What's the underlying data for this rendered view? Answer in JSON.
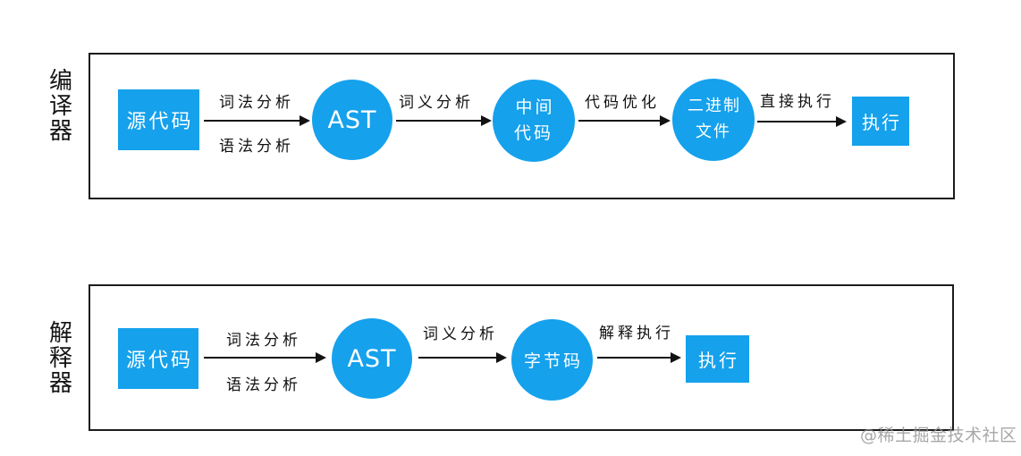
{
  "accent_color": "#15a1ec",
  "border_color": "#1c1c1c",
  "watermark": "@稀土掘金技术社区",
  "compiler": {
    "side_label": "编译器",
    "nodes": {
      "source": "源代码",
      "ast": "AST",
      "intermediate": "中间\n代码",
      "binary": "二进制\n文件",
      "execute": "执行"
    },
    "arrows": {
      "lexical": "词法分析",
      "syntax": "语法分析",
      "semantic": "词义分析",
      "optimize": "代码优化",
      "direct": "直接执行"
    }
  },
  "interpreter": {
    "side_label": "解释器",
    "nodes": {
      "source": "源代码",
      "ast": "AST",
      "bytecode": "字节码",
      "execute": "执行"
    },
    "arrows": {
      "lexical": "词法分析",
      "syntax": "语法分析",
      "semantic": "词义分析",
      "interpret": "解释执行"
    }
  }
}
